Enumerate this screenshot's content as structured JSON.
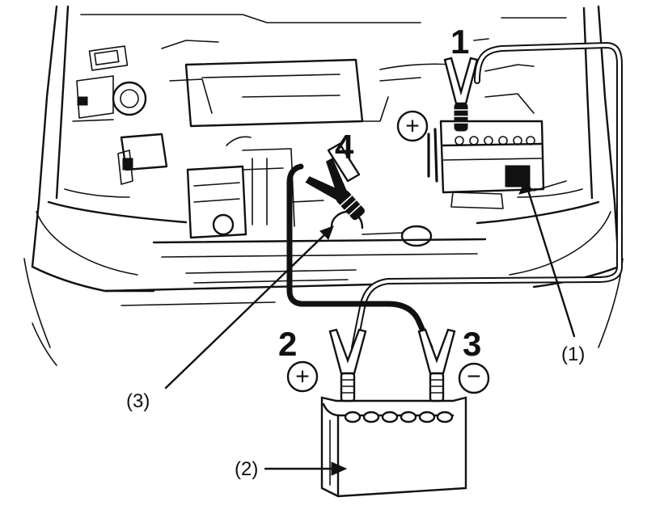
{
  "steps": [
    "1",
    "2",
    "3",
    "4"
  ],
  "callouts": {
    "dead_battery": "(1)",
    "booster_battery": "(2)",
    "ground_point": "(3)"
  },
  "signs": {
    "plus": "+",
    "minus": "−"
  },
  "icons": [
    "jumper-clamp-icon",
    "plus-terminal-icon",
    "minus-terminal-icon",
    "battery-icon"
  ]
}
